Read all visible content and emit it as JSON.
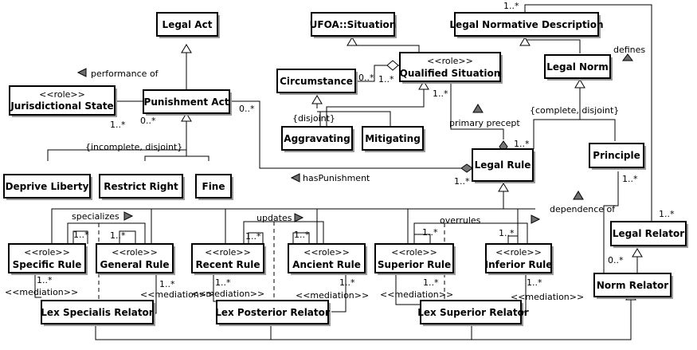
{
  "classes": {
    "legal_act": {
      "name": "Legal Act"
    },
    "ufoa_situation": {
      "name": "UFOA::Situation"
    },
    "legal_normative_description": {
      "name": "Legal Normative Description"
    },
    "legal_norm": {
      "name": "Legal Norm"
    },
    "jurisdictional_state": {
      "stereotype": "<<role>>",
      "name": "Jurisdictional State"
    },
    "punishment_act": {
      "name": "Punishment Act"
    },
    "circumstance": {
      "name": "Circumstance"
    },
    "qualified_situation": {
      "stereotype": "<<role>>",
      "name": "Qualified Situation"
    },
    "aggravating": {
      "name": "Aggravating"
    },
    "mitigating": {
      "name": "Mitigating"
    },
    "legal_rule": {
      "name": "Legal Rule"
    },
    "principle": {
      "name": "Principle"
    },
    "deprive_liberty": {
      "name": "Deprive Liberty"
    },
    "restrict_right": {
      "name": "Restrict Right"
    },
    "fine": {
      "name": "Fine"
    },
    "specific_rule": {
      "stereotype": "<<role>>",
      "name": "Specific Rule"
    },
    "general_rule": {
      "stereotype": "<<role>>",
      "name": "General Rule"
    },
    "recent_rule": {
      "stereotype": "<<role>>",
      "name": "Recent Rule"
    },
    "ancient_rule": {
      "stereotype": "<<role>>",
      "name": "Ancient Rule"
    },
    "superior_rule": {
      "stereotype": "<<role>>",
      "name": "Superior Rule"
    },
    "inferior_rule": {
      "stereotype": "<<role>>",
      "name": "Inferior Rule"
    },
    "legal_relator": {
      "name": "Legal Relator"
    },
    "norm_relator": {
      "name": "Norm Relator"
    },
    "lex_specialis_relator": {
      "name": "Lex Specialis Relator"
    },
    "lex_posterior_relator": {
      "name": "Lex Posterior Relator"
    },
    "lex_superior_relator": {
      "name": "Lex Superior Relator"
    }
  },
  "labels": {
    "performance_of": "performance of",
    "has_punishment": "hasPunishment",
    "primary_precept": "primary precept",
    "defines": "defines",
    "dependence_of": "dependence of",
    "specializes": "specializes",
    "updates": "updates",
    "overrules": "overrules",
    "incomplete_disjoint": "{incomplete, disjoint}",
    "complete_disjoint": "{complete, disjoint}",
    "disjoint": "{disjoint}",
    "mediation": "<<mediation>>",
    "mult_1n": "1..*",
    "mult_0n": "0..*"
  }
}
